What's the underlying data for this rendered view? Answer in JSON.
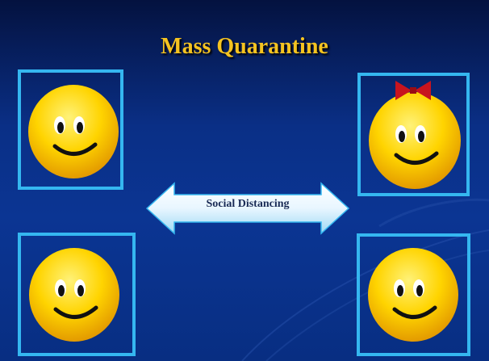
{
  "slide": {
    "title": "Mass Quarantine",
    "arrow_label": "Social Distancing",
    "colors": {
      "background_dark": "#04123f",
      "background_mid": "#0b3593",
      "title": "#f5c320",
      "frame_border": "#35b7f0",
      "face_yellow": "#ffd400",
      "bow_red": "#c8141e"
    },
    "faces": [
      {
        "position": "top-left",
        "bow": false
      },
      {
        "position": "top-right",
        "bow": true
      },
      {
        "position": "bottom-left",
        "bow": false
      },
      {
        "position": "bottom-right",
        "bow": false
      }
    ]
  }
}
